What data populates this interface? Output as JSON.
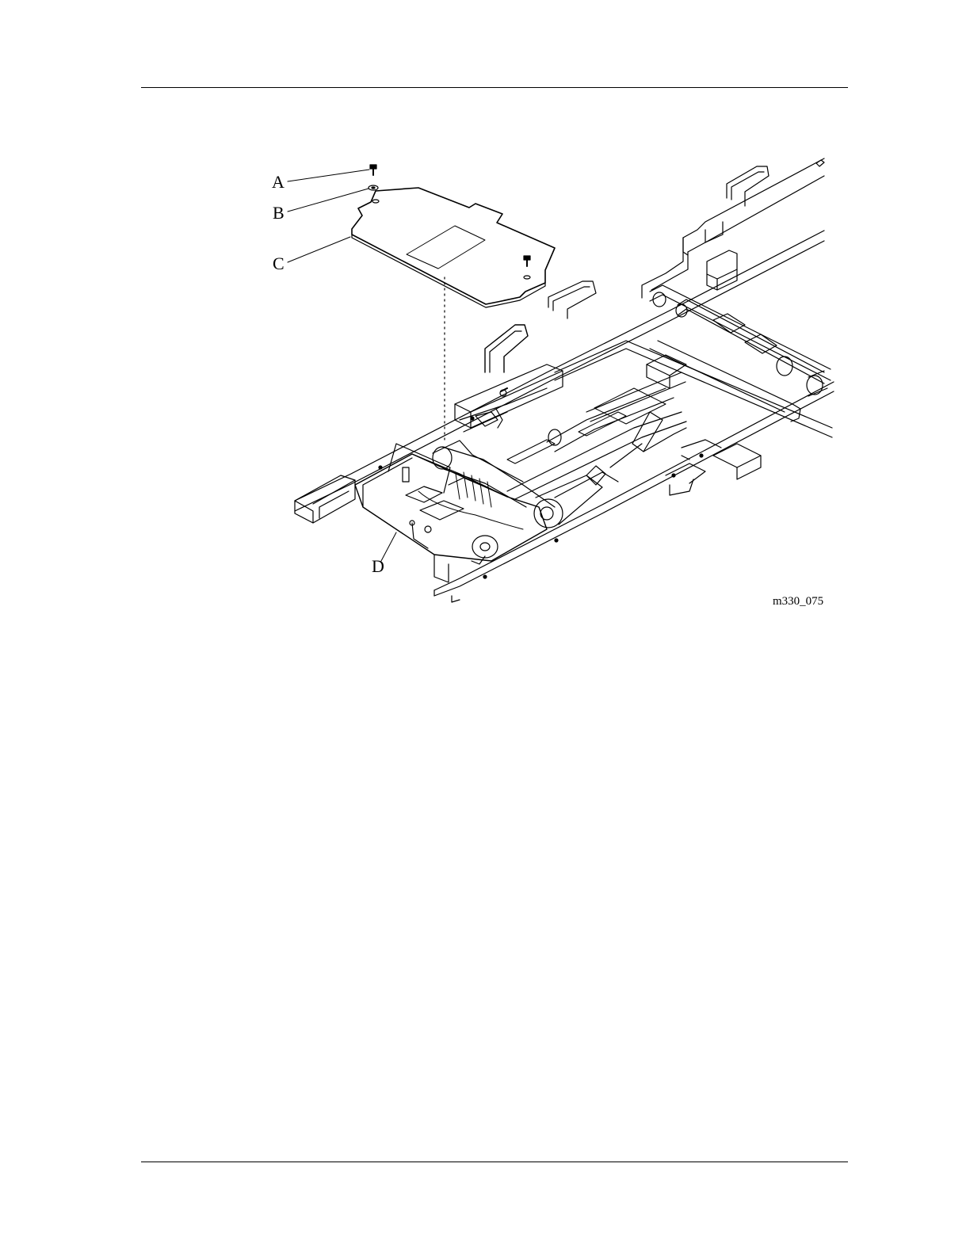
{
  "figure": {
    "callouts": {
      "a": "A",
      "b": "B",
      "c": "C",
      "d": "D"
    },
    "code": "m330_075"
  }
}
